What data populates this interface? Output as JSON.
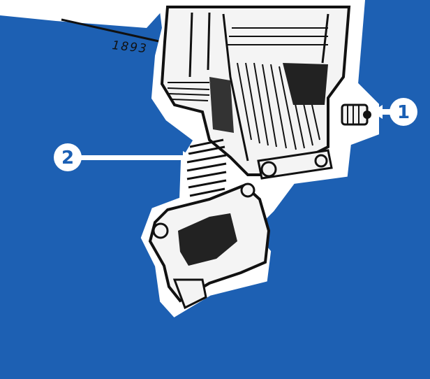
{
  "figure": {
    "reference_number": "1893",
    "callouts": [
      {
        "id": "1",
        "label": "1"
      },
      {
        "id": "2",
        "label": "2"
      }
    ],
    "colors": {
      "background": "#1a5fb4",
      "paper": "#ffffff",
      "ink": "#111111"
    }
  }
}
